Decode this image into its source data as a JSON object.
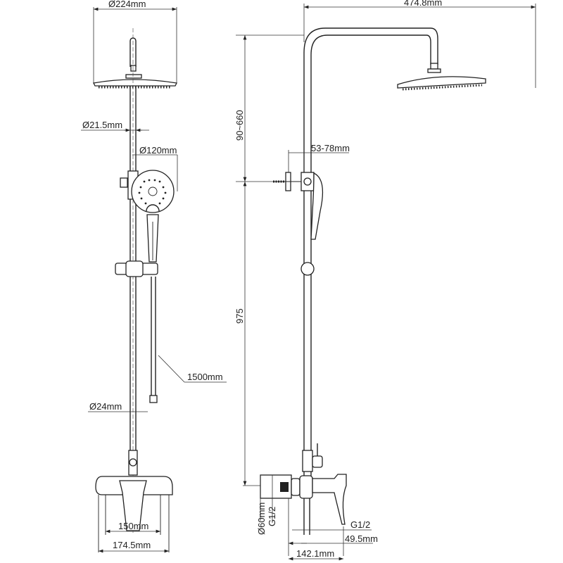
{
  "front_view": {
    "head_diameter": "Ø224mm",
    "pipe_diameter": "Ø21.5mm",
    "handshower_diameter": "Ø120mm",
    "hose_length": "1500mm",
    "lower_pipe_diameter": "Ø24mm",
    "mixer_width": "150mm",
    "overall_width": "174.5mm"
  },
  "side_view": {
    "arm_reach": "474.8mm",
    "height_adjust": "90~660",
    "bracket_depth": "53-78mm",
    "bar_height": "975",
    "escutcheon_diameter": "Ø60mm",
    "inlet_thread_left": "G1/2",
    "inlet_thread_bottom": "G1/2",
    "inlet_offset": "49.5mm",
    "wall_to_mixer": "142.1mm"
  }
}
